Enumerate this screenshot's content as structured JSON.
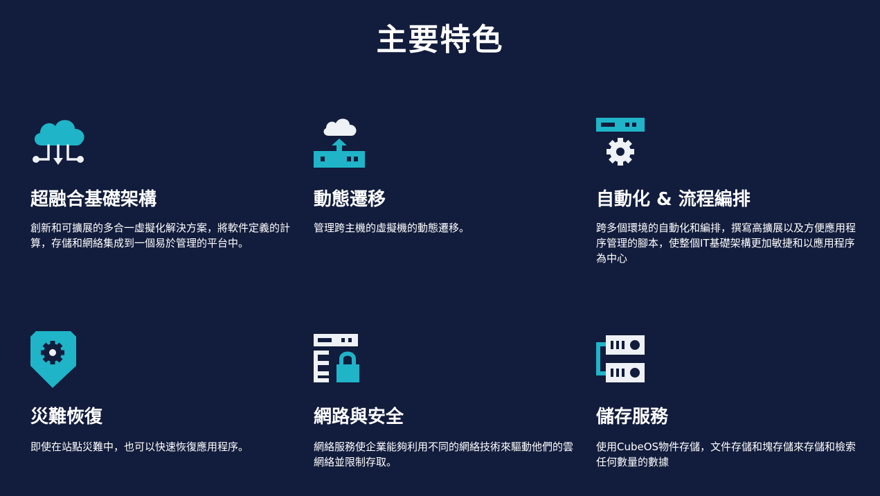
{
  "page": {
    "title": "主要特色"
  },
  "colors": {
    "background": "#121c3c",
    "accent": "#1fb4c8",
    "icon_light": "#eef1f5"
  },
  "features": [
    {
      "icon": "cloud-network-icon",
      "title": "超融合基礎架構",
      "description": "創新和可擴展的多合一虛擬化解決方案，將軟件定義的計算，存儲和網絡集成到一個易於管理的平台中。"
    },
    {
      "icon": "cloud-upload-router-icon",
      "title": "動態遷移",
      "description": "管理跨主機的虛擬機的動態遷移。"
    },
    {
      "icon": "server-gear-icon",
      "title": "自動化 & 流程編排",
      "description": "跨多個環境的自動化和編排，撰寫高擴展以及方便應用程序管理的腳本，使整個IT基礎架構更加敏捷和以應用程序為中心"
    },
    {
      "icon": "shield-gear-icon",
      "title": "災難恢復",
      "description": "即使在站點災難中，也可以快速恢復應用程序。"
    },
    {
      "icon": "server-lock-icon",
      "title": "網路與安全",
      "description": "網絡服務使企業能夠利用不同的網絡技術來驅動他們的雲網絡並限制存取。"
    },
    {
      "icon": "storage-drives-icon",
      "title": "儲存服務",
      "description": "使用CubeOS物件存儲，文件存儲和塊存儲來存儲和檢索任何數量的數據"
    }
  ]
}
